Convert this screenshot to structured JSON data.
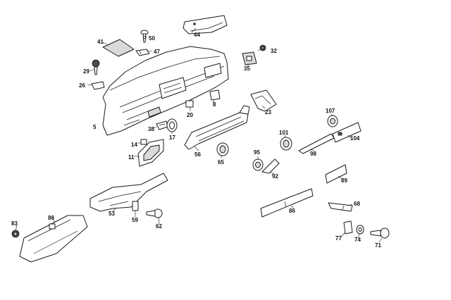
{
  "colors": {
    "background": "#ffffff",
    "line": "#1a1a1a",
    "shade": "#d9d9d9",
    "dark": "#4a4a4a"
  },
  "callouts": {
    "p5": "5",
    "p8": "8",
    "p11": "11",
    "p14": "14",
    "p17": "17",
    "p20": "20",
    "p23": "23",
    "p26": "26",
    "p29": "29",
    "p32": "32",
    "p35": "35",
    "p38": "38",
    "p41": "41",
    "p44": "44",
    "p47": "47",
    "p50": "50",
    "p53": "53",
    "p56": "56",
    "p59": "59",
    "p62": "62",
    "p65": "65",
    "p68": "68",
    "p71": "71",
    "p74": "74",
    "p77": "77",
    "p80": "80",
    "p83": "83",
    "p86": "86",
    "p89": "89",
    "p92": "92",
    "p95": "95",
    "p98": "98",
    "p101": "101",
    "p104": "104",
    "p107": "107"
  }
}
